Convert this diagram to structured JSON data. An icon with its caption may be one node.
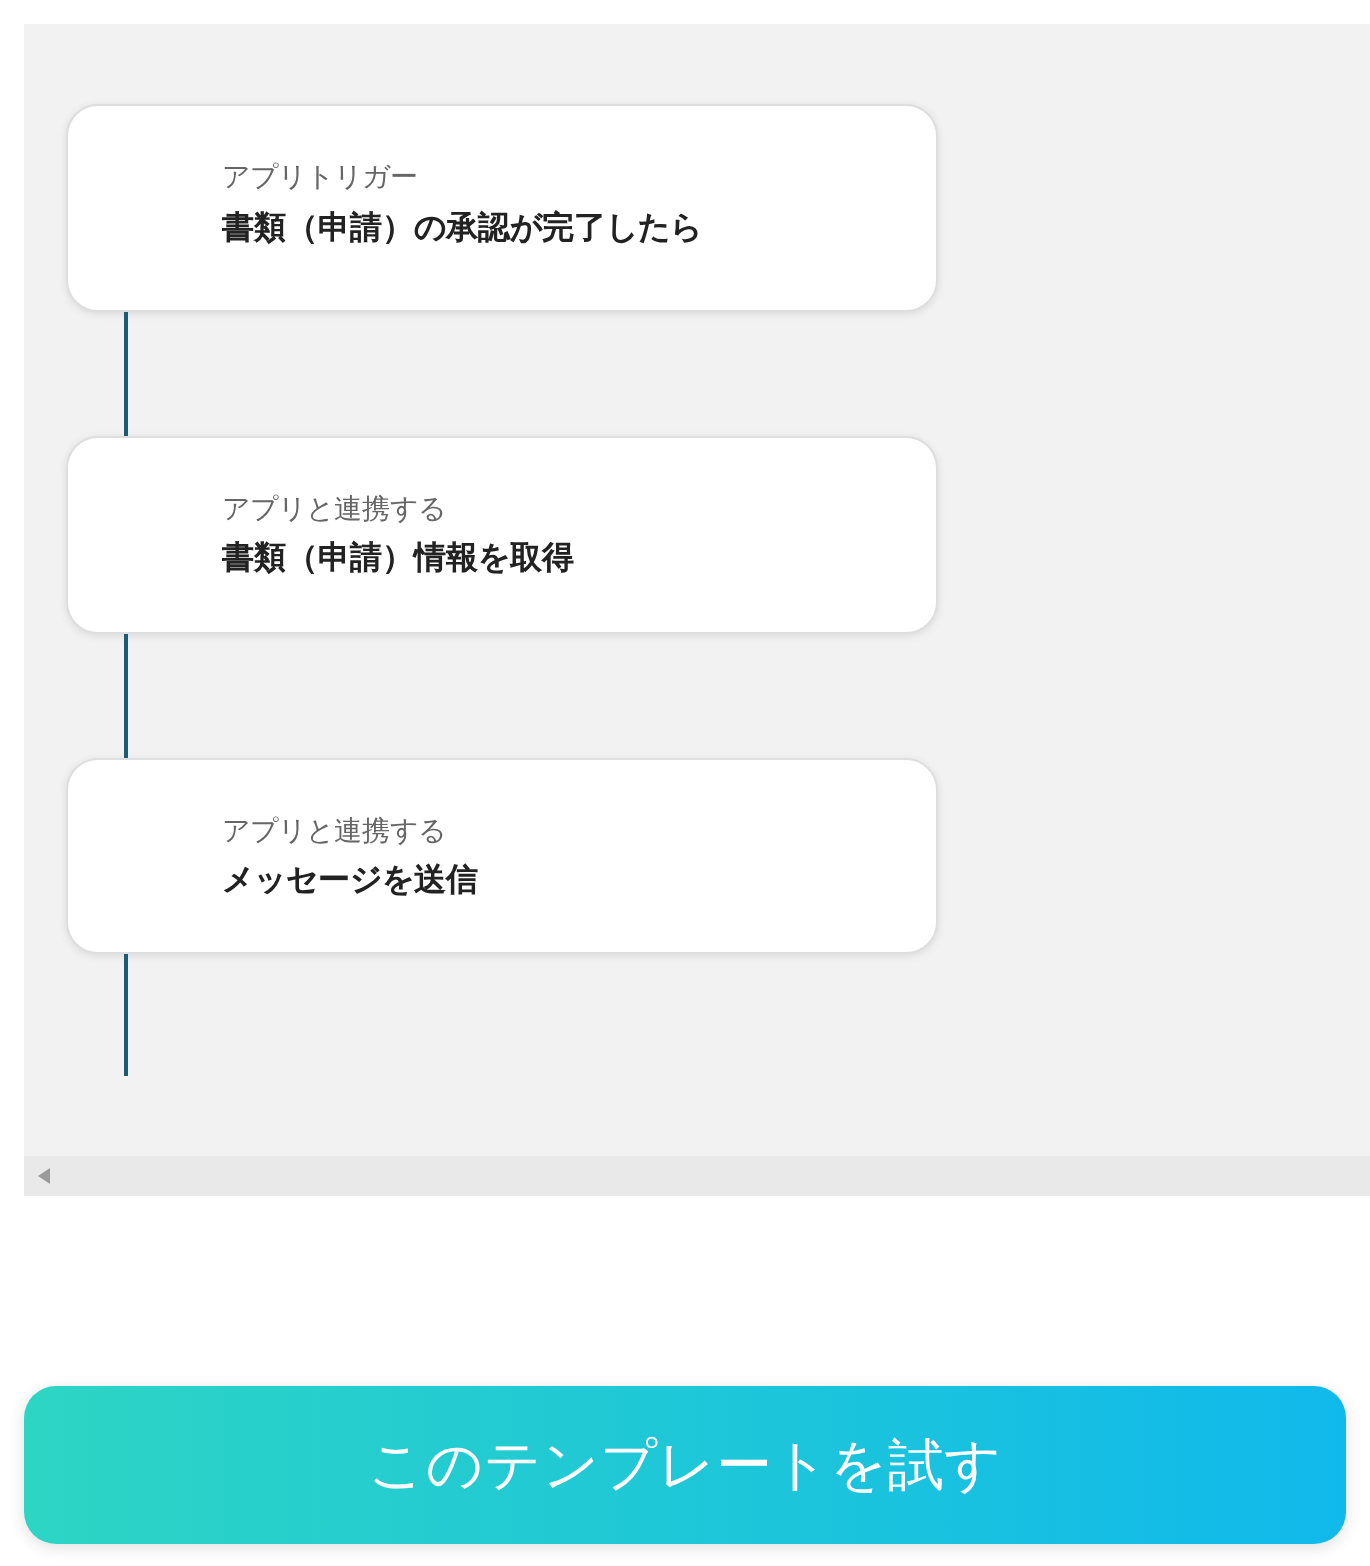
{
  "diagram": {
    "nodes": [
      {
        "text": [
          "アプリトリガー",
          "書類（申請）の承認が完了したら"
        ]
      },
      {
        "text": [
          "アプリと連携する",
          "書類（申請）情報を取得"
        ]
      },
      {
        "text": [
          "アプリと連携する",
          "メッセージを送信"
        ]
      }
    ],
    "edges": [
      {
        "from": 0,
        "to": 1,
        "arrow": "none"
      },
      {
        "from": 1,
        "to": 2,
        "arrow": "none"
      },
      {
        "from": 2,
        "to": null,
        "arrow": "none"
      }
    ],
    "labels": [
      "このテンプレートを試す"
    ]
  }
}
